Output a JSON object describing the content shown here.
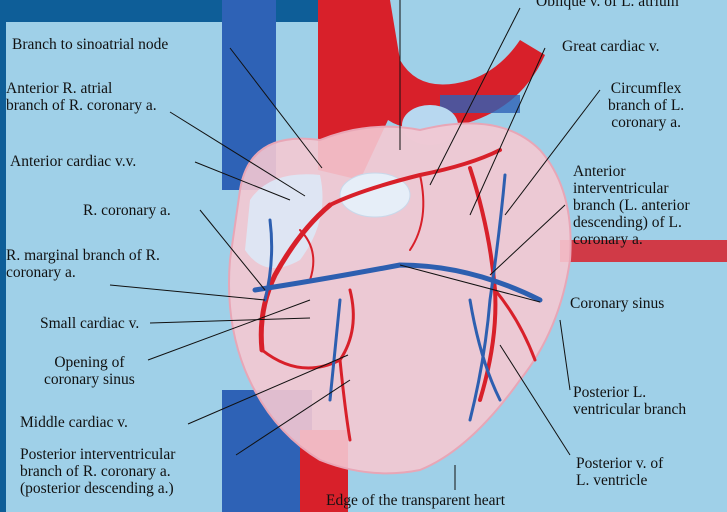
{
  "labels": {
    "oblique_vein": "Oblique v. of L. atrium",
    "sinoatrial_branch": "Branch to sinoatrial node",
    "great_cardiac": "Great cardiac v.",
    "anterior_atrial": "Anterior R. atrial\nbranch of R. coronary a.",
    "circumflex": "Circumflex\nbranch of L.\ncoronary a.",
    "anterior_cardiac": "Anterior cardiac v.v.",
    "anterior_interventricular": "Anterior\ninterventricular\nbranch (L. anterior\ndescending) of L.\ncoronary a.",
    "right_coronary": "R. coronary a.",
    "marginal_branch": "R. marginal branch of R.\ncoronary a.",
    "coronary_sinus": "Coronary sinus",
    "small_cardiac": "Small cardiac v.",
    "opening_sinus": "Opening of\ncoronary sinus",
    "posterior_lv_branch": "Posterior L.\nventricular branch",
    "middle_cardiac": "Middle cardiac v.",
    "posterior_interventricular": "Posterior interventricular\nbranch of R. coronary a.\n(posterior descending a.)",
    "posterior_vein_lv": "Posterior v. of\nL. ventricle",
    "edge_transparent": "Edge of the transparent heart"
  },
  "colors": {
    "background": "#9fd0e8",
    "frame": "#0e5e98",
    "heart_fill": "#f4c8d2",
    "artery": "#d8202a",
    "vein": "#2d5fb0",
    "leader": "#111111"
  }
}
